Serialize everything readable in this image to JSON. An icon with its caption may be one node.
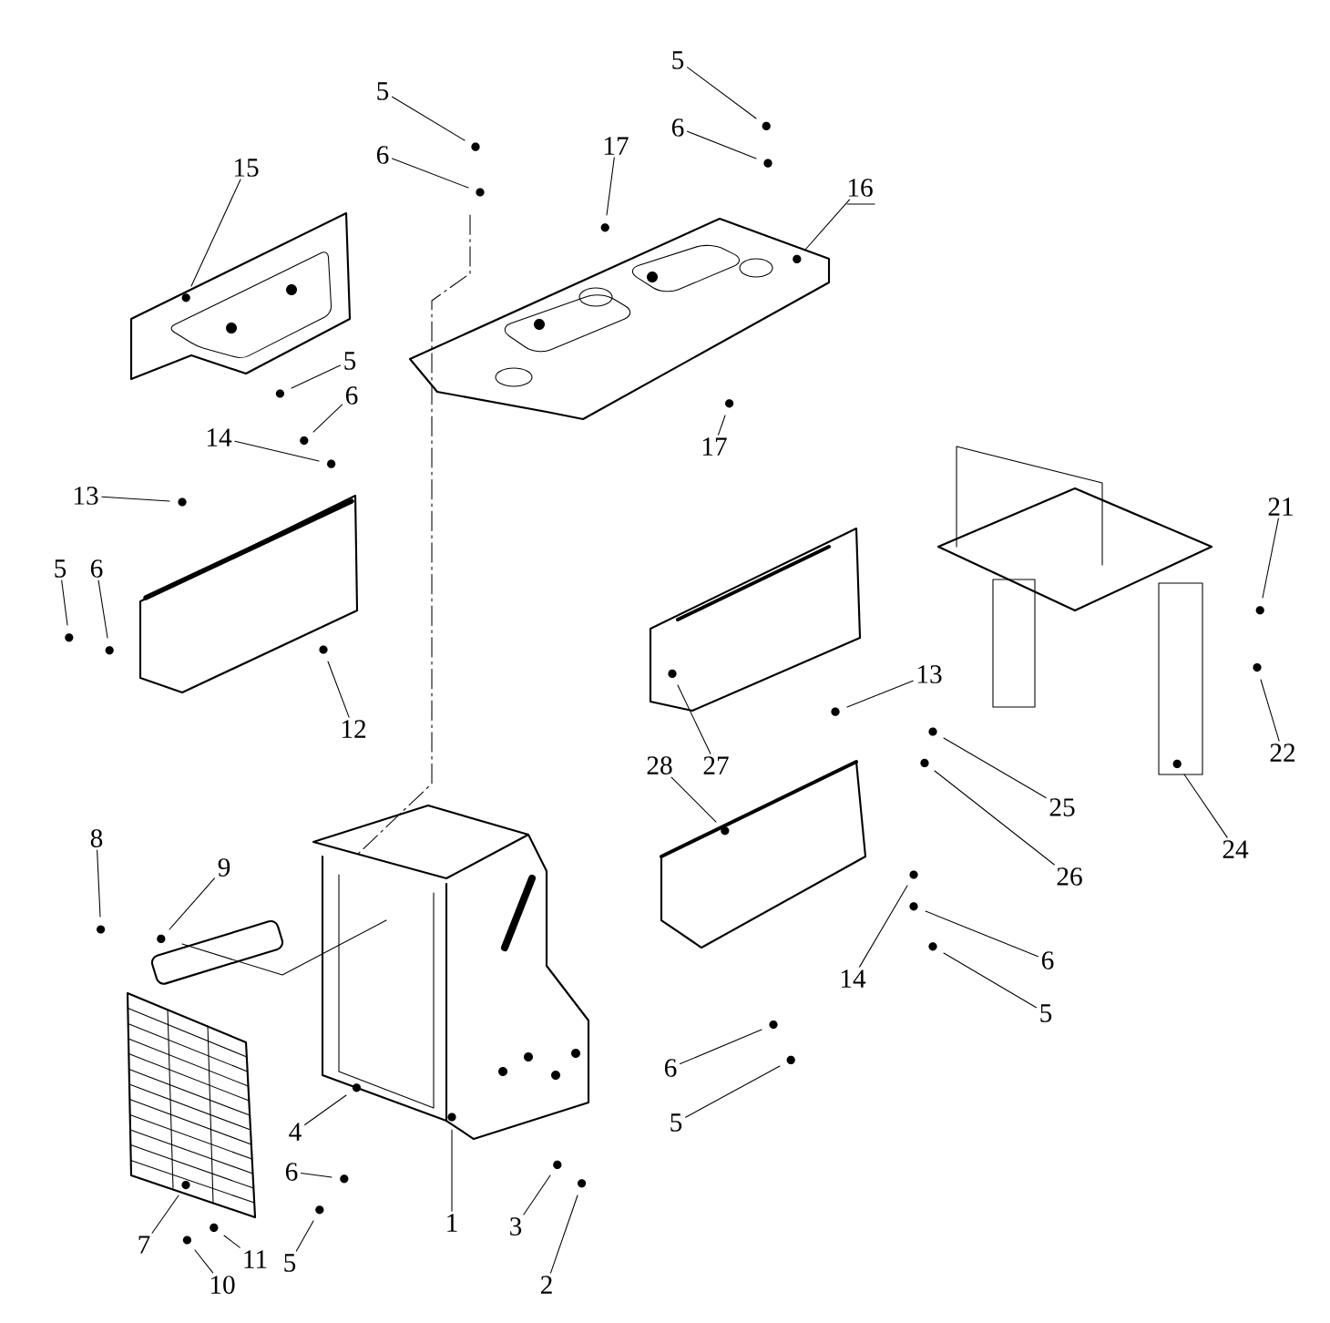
{
  "diagram": {
    "nodes": [
      {
        "text": [
          "5"
        ]
      },
      {
        "text": [
          "5"
        ]
      },
      {
        "text": [
          "6"
        ]
      },
      {
        "text": [
          "17"
        ]
      },
      {
        "text": [
          "6"
        ]
      },
      {
        "text": [
          "15"
        ]
      },
      {
        "text": [
          "16"
        ]
      },
      {
        "text": [
          "5"
        ]
      },
      {
        "text": [
          "6"
        ]
      },
      {
        "text": [
          "14"
        ]
      },
      {
        "text": [
          "17"
        ]
      },
      {
        "text": [
          "13"
        ]
      },
      {
        "text": [
          "21"
        ]
      },
      {
        "text": [
          "5"
        ]
      },
      {
        "text": [
          "6"
        ]
      },
      {
        "text": [
          "13"
        ]
      },
      {
        "text": [
          "12"
        ]
      },
      {
        "text": [
          "22"
        ]
      },
      {
        "text": [
          "28"
        ]
      },
      {
        "text": [
          "27"
        ]
      },
      {
        "text": [
          "25"
        ]
      },
      {
        "text": [
          "8"
        ]
      },
      {
        "text": [
          "24"
        ]
      },
      {
        "text": [
          "9"
        ]
      },
      {
        "text": [
          "26"
        ]
      },
      {
        "text": [
          "6"
        ]
      },
      {
        "text": [
          "14"
        ]
      },
      {
        "text": [
          "5"
        ]
      },
      {
        "text": [
          "6"
        ]
      },
      {
        "text": [
          "5"
        ]
      },
      {
        "text": [
          "4"
        ]
      },
      {
        "text": [
          "6"
        ]
      },
      {
        "text": [
          "1"
        ]
      },
      {
        "text": [
          "3"
        ]
      },
      {
        "text": [
          "7"
        ]
      },
      {
        "text": [
          "11"
        ]
      },
      {
        "text": [
          "5"
        ]
      },
      {
        "text": [
          "10"
        ]
      },
      {
        "text": [
          "2"
        ]
      }
    ],
    "edges": [
      {
        "from": 0,
        "to": null,
        "arrow": "none"
      },
      {
        "from": 1,
        "to": null,
        "arrow": "none"
      },
      {
        "from": 2,
        "to": null,
        "arrow": "none"
      },
      {
        "from": 3,
        "to": null,
        "arrow": "none"
      },
      {
        "from": 4,
        "to": null,
        "arrow": "none"
      },
      {
        "from": 5,
        "to": null,
        "arrow": "none"
      },
      {
        "from": 6,
        "to": null,
        "arrow": "none"
      },
      {
        "from": 7,
        "to": null,
        "arrow": "none"
      },
      {
        "from": 8,
        "to": null,
        "arrow": "none"
      },
      {
        "from": 9,
        "to": null,
        "arrow": "none"
      },
      {
        "from": 10,
        "to": null,
        "arrow": "none"
      },
      {
        "from": 11,
        "to": null,
        "arrow": "none"
      },
      {
        "from": 12,
        "to": null,
        "arrow": "none"
      },
      {
        "from": 13,
        "to": null,
        "arrow": "none"
      },
      {
        "from": 14,
        "to": null,
        "arrow": "none"
      },
      {
        "from": 15,
        "to": null,
        "arrow": "none"
      },
      {
        "from": 16,
        "to": null,
        "arrow": "none"
      },
      {
        "from": 17,
        "to": null,
        "arrow": "none"
      },
      {
        "from": 18,
        "to": null,
        "arrow": "none"
      },
      {
        "from": 19,
        "to": null,
        "arrow": "none"
      },
      {
        "from": 20,
        "to": null,
        "arrow": "none"
      },
      {
        "from": 21,
        "to": null,
        "arrow": "none"
      },
      {
        "from": 22,
        "to": null,
        "arrow": "none"
      },
      {
        "from": 23,
        "to": null,
        "arrow": "none"
      },
      {
        "from": 24,
        "to": null,
        "arrow": "none"
      },
      {
        "from": 25,
        "to": null,
        "arrow": "none"
      },
      {
        "from": 26,
        "to": null,
        "arrow": "none"
      },
      {
        "from": 27,
        "to": null,
        "arrow": "none"
      },
      {
        "from": 28,
        "to": null,
        "arrow": "none"
      },
      {
        "from": 29,
        "to": null,
        "arrow": "none"
      },
      {
        "from": 30,
        "to": null,
        "arrow": "none"
      },
      {
        "from": 31,
        "to": null,
        "arrow": "none"
      },
      {
        "from": 32,
        "to": null,
        "arrow": "none"
      },
      {
        "from": 33,
        "to": null,
        "arrow": "none"
      },
      {
        "from": 34,
        "to": null,
        "arrow": "none"
      },
      {
        "from": 35,
        "to": null,
        "arrow": "none"
      },
      {
        "from": 36,
        "to": null,
        "arrow": "none"
      },
      {
        "from": 37,
        "to": null,
        "arrow": "none"
      },
      {
        "from": 38,
        "to": null,
        "arrow": "none"
      }
    ]
  }
}
